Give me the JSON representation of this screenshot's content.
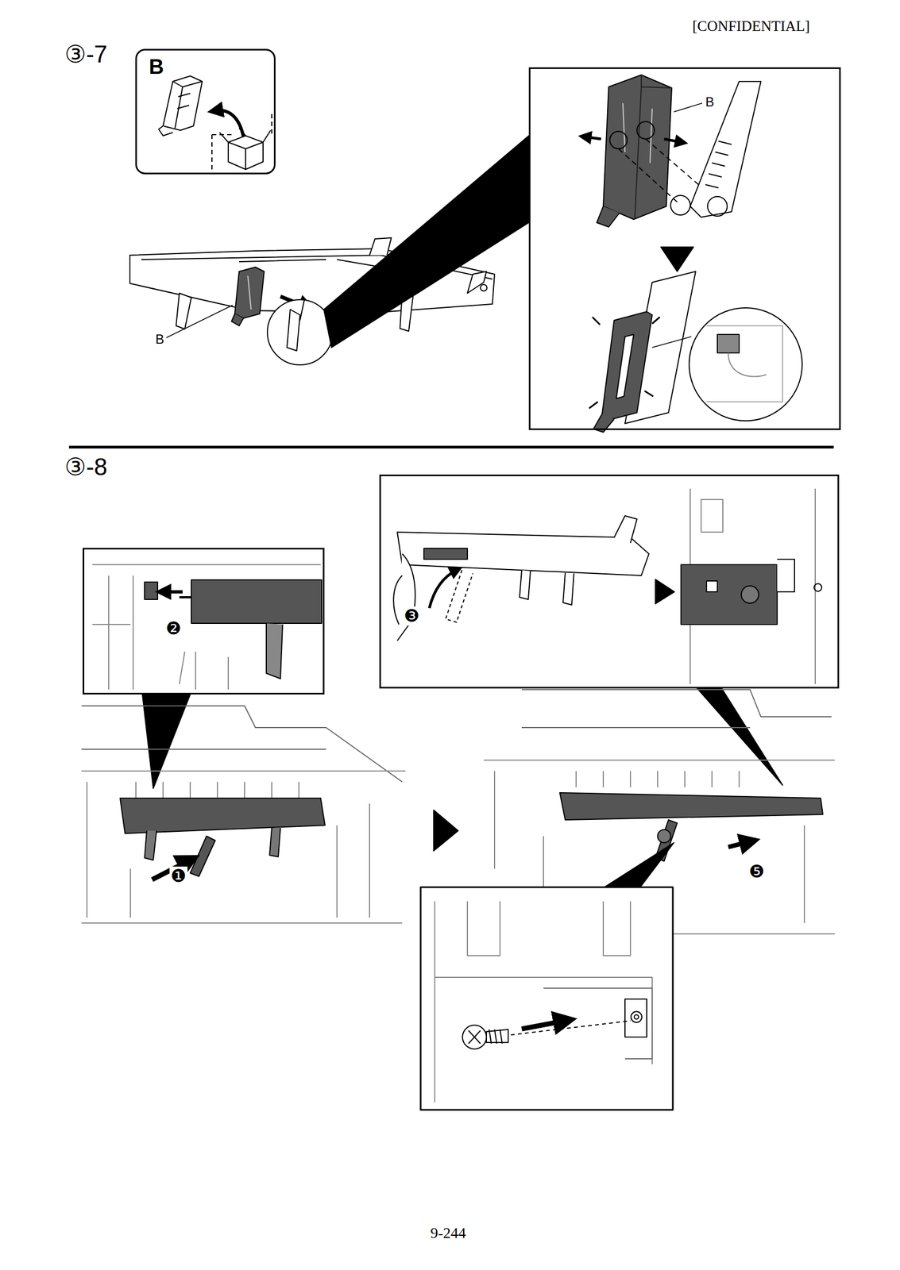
{
  "diagram": {
    "nodes": [
      {
        "text": [
          "B"
        ]
      },
      {
        "text": [
          "B"
        ]
      },
      {
        "text": [
          "❷"
        ]
      },
      {
        "text": [
          "❸"
        ]
      }
    ],
    "labels": [
      "[CONFIDENTIAL]",
      "③-7",
      "B",
      "③-8",
      "❶",
      "❺",
      "9-244"
    ]
  }
}
